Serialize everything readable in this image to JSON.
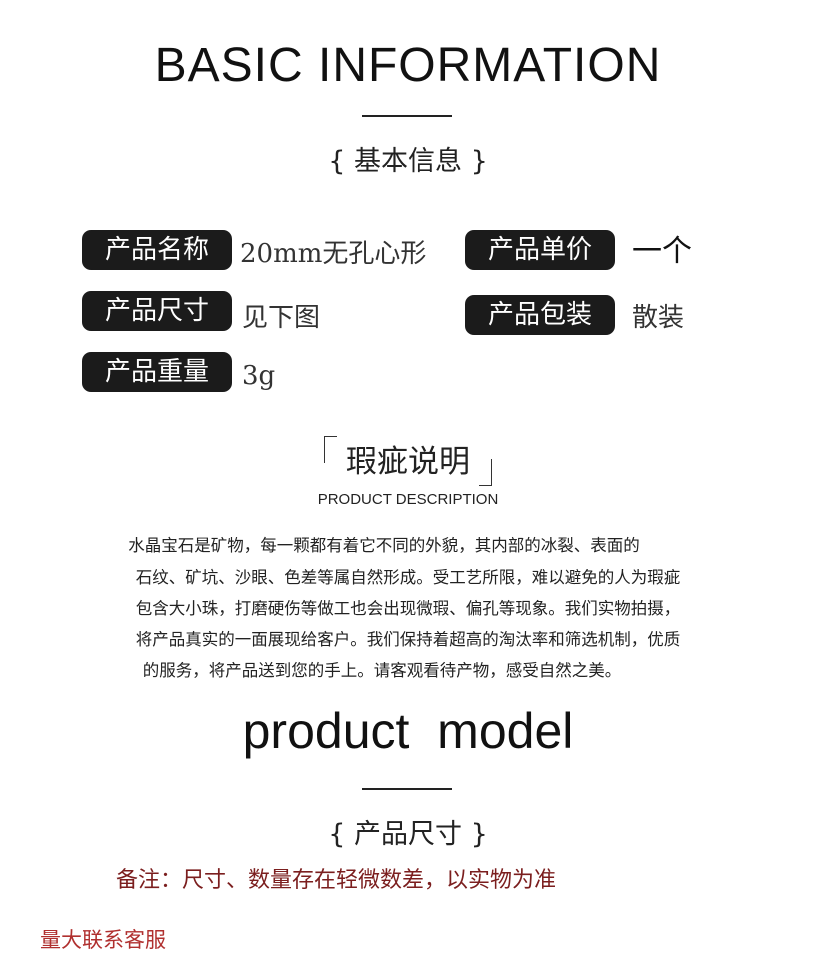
{
  "header": {
    "title": "BASIC INFORMATION",
    "subtitle": "{ 基本信息 }"
  },
  "info": {
    "name": {
      "label": "产品名称",
      "value": "20mm无孔心形"
    },
    "unit_price": {
      "label": "产品单价",
      "value": "一个"
    },
    "size": {
      "label": "产品尺寸",
      "value": "见下图"
    },
    "packaging": {
      "label": "产品包装",
      "value": "散装"
    },
    "weight": {
      "label": "产品重量",
      "value": "3g"
    }
  },
  "description": {
    "title": "瑕疵说明",
    "subtitle": "PRODUCT DESCRIPTION",
    "lines": [
      "水晶宝石是矿物，每一颗都有着它不同的外貌，其内部的冰裂、表面的",
      "石纹、矿坑、沙眼、色差等属自然形成。受工艺所限，难以避免的人为瑕疵",
      "包含大小珠，打磨硬伤等做工也会出现微瑕、偏孔等现象。我们实物拍摄，",
      "将产品真实的一面展现给客户。我们保持着超高的淘汰率和筛选机制，优质",
      "的服务，将产品送到您的手上。请客观看待产物，感受自然之美。"
    ]
  },
  "model": {
    "title": "product  model",
    "subtitle": "{ 产品尺寸 }"
  },
  "note": "备注：尺寸、数量存在轻微数差，以实物为准",
  "contact": "量大联系客服",
  "colors": {
    "pill_bg": "#1b1b1b",
    "note": "#7b1e1e",
    "contact": "#b0302f"
  }
}
